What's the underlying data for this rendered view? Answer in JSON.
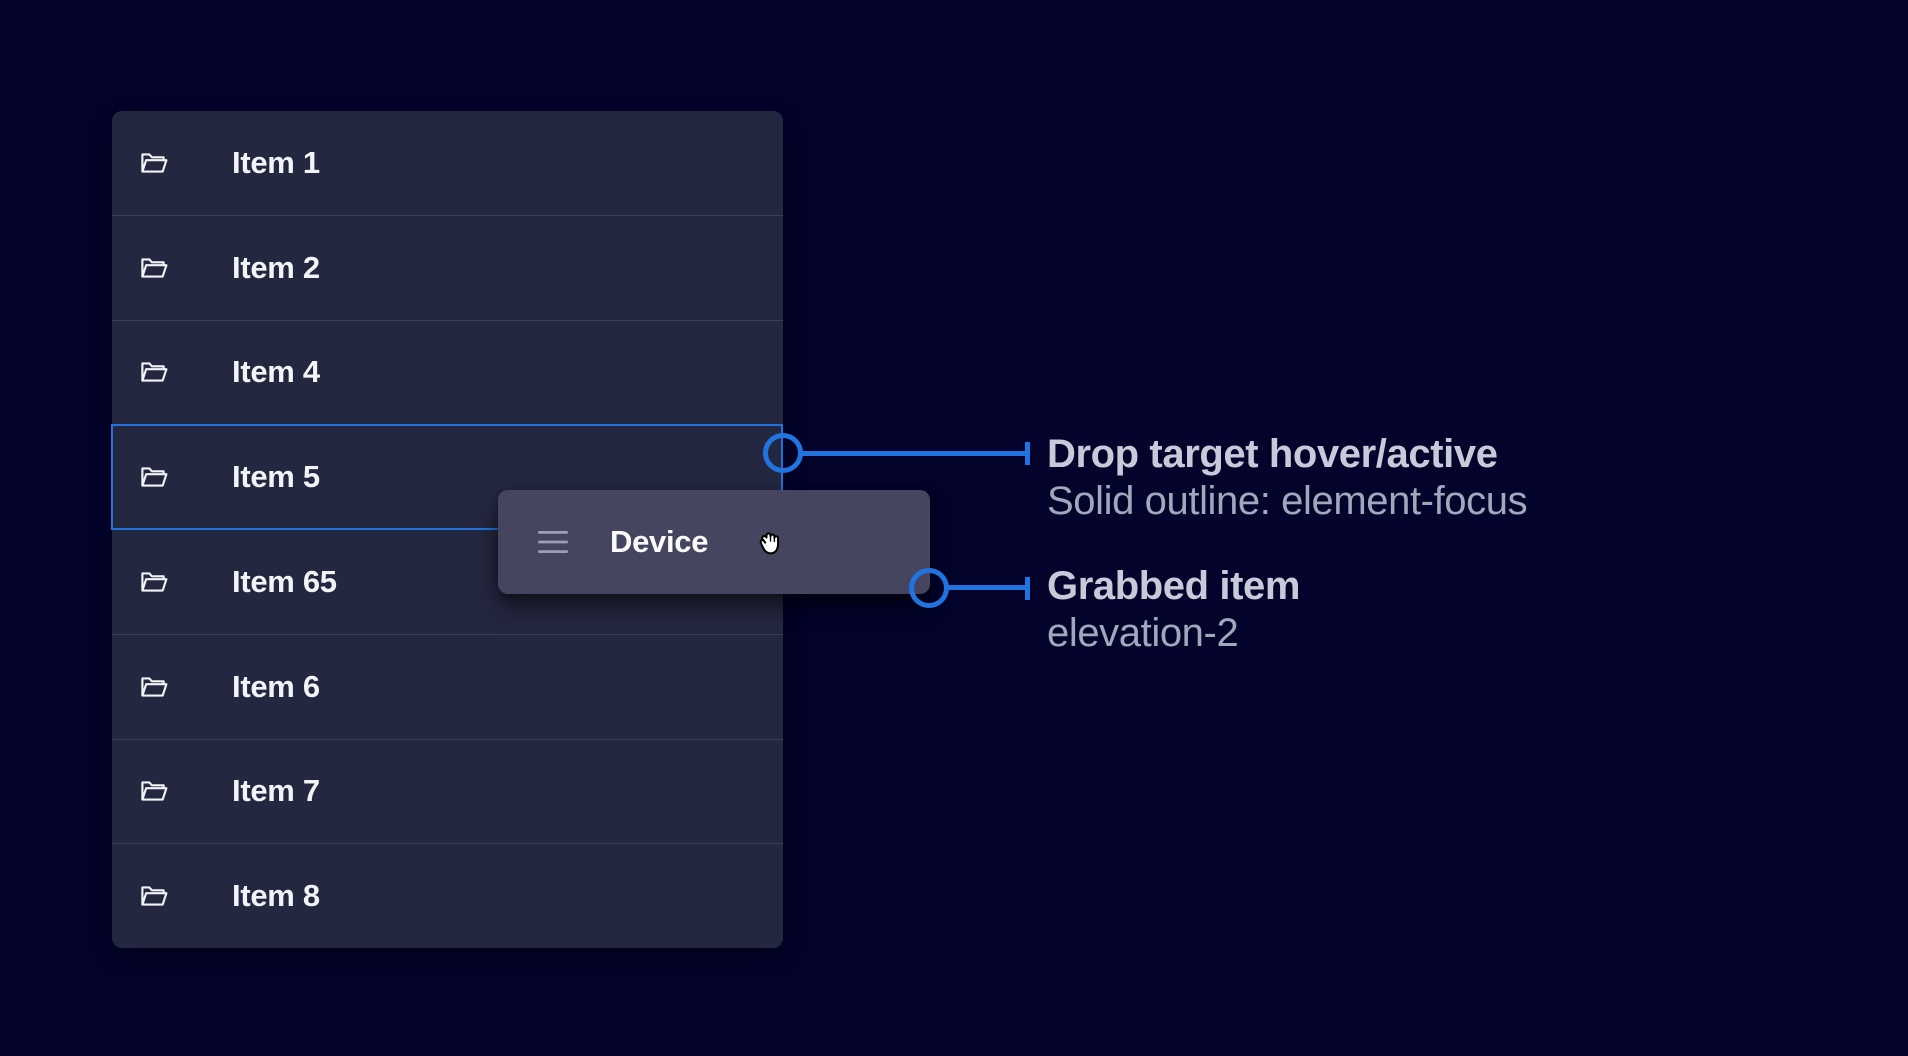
{
  "colors": {
    "background": "#03032b",
    "accent": "#2174e0",
    "list_bg": "#242740",
    "divider": "#3c3f58",
    "device_bg": "#454560",
    "item_text": "#f3f4f8",
    "annotation_title": "#c7cbd9",
    "annotation_subtitle": "#a2a8bc"
  },
  "list": {
    "items": [
      {
        "label": "Item 1",
        "icon": "folder-open-icon",
        "state": "default"
      },
      {
        "label": "Item 2",
        "icon": "folder-open-icon",
        "state": "default"
      },
      {
        "label": "Item 4",
        "icon": "folder-open-icon",
        "state": "default"
      },
      {
        "label": "Item 5",
        "icon": "folder-open-icon",
        "state": "drop-target-hover-active"
      },
      {
        "label": "Item 65",
        "icon": "folder-open-icon",
        "state": "default"
      },
      {
        "label": "Item 6",
        "icon": "folder-open-icon",
        "state": "default"
      },
      {
        "label": "Item 7",
        "icon": "folder-open-icon",
        "state": "default"
      },
      {
        "label": "Item 8",
        "icon": "folder-open-icon",
        "state": "default"
      }
    ]
  },
  "drag_preview": {
    "label": "Device",
    "drag_handle_icon": "drag-handle-icon",
    "cursor_icon": "grab-cursor-icon",
    "elevation": "elevation-2"
  },
  "annotations": [
    {
      "title": "Drop target hover/active",
      "subtitle": "Solid outline: element-focus"
    },
    {
      "title": "Grabbed item",
      "subtitle": "elevation-2"
    }
  ]
}
